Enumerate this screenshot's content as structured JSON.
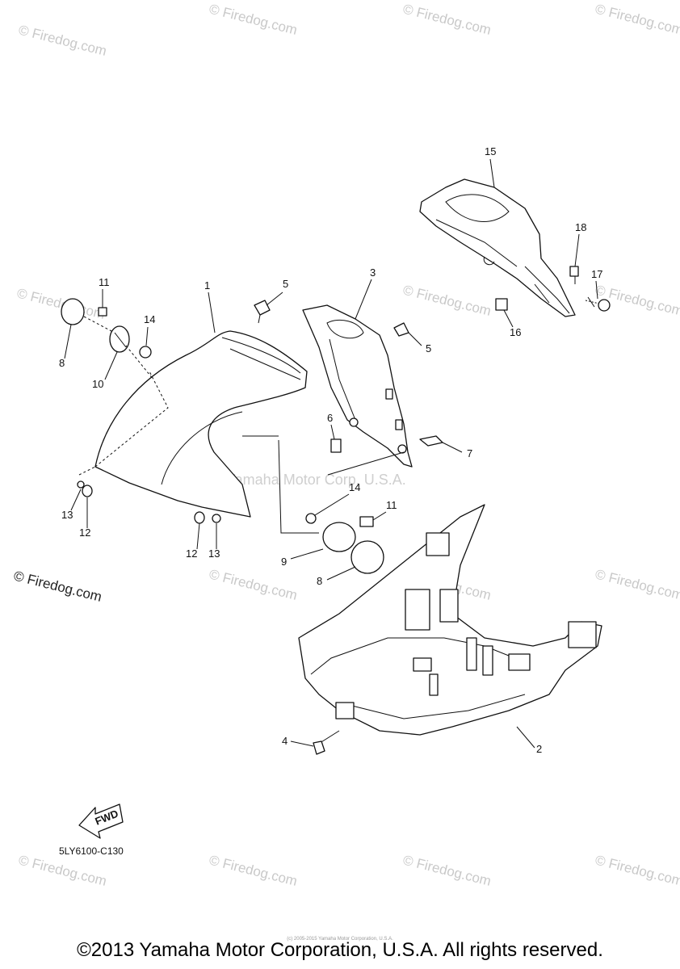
{
  "watermarks": {
    "corner": "© Firedog.com",
    "center": "Yamaha Motor Corp, U.S.A."
  },
  "callouts": [
    "1",
    "2",
    "3",
    "4",
    "5",
    "5",
    "6",
    "7",
    "8",
    "8",
    "9",
    "10",
    "11",
    "11",
    "12",
    "12",
    "13",
    "13",
    "14",
    "14",
    "15",
    "16",
    "17",
    "18"
  ],
  "fwd_label": "FWD",
  "diagram_code": "5LY6100-C130",
  "small_note": "(c) 2005-2015 Yamaha Motor Corporation, U.S.A.",
  "copyright": "©2013 Yamaha Motor Corporation, U.S.A. All rights reserved."
}
